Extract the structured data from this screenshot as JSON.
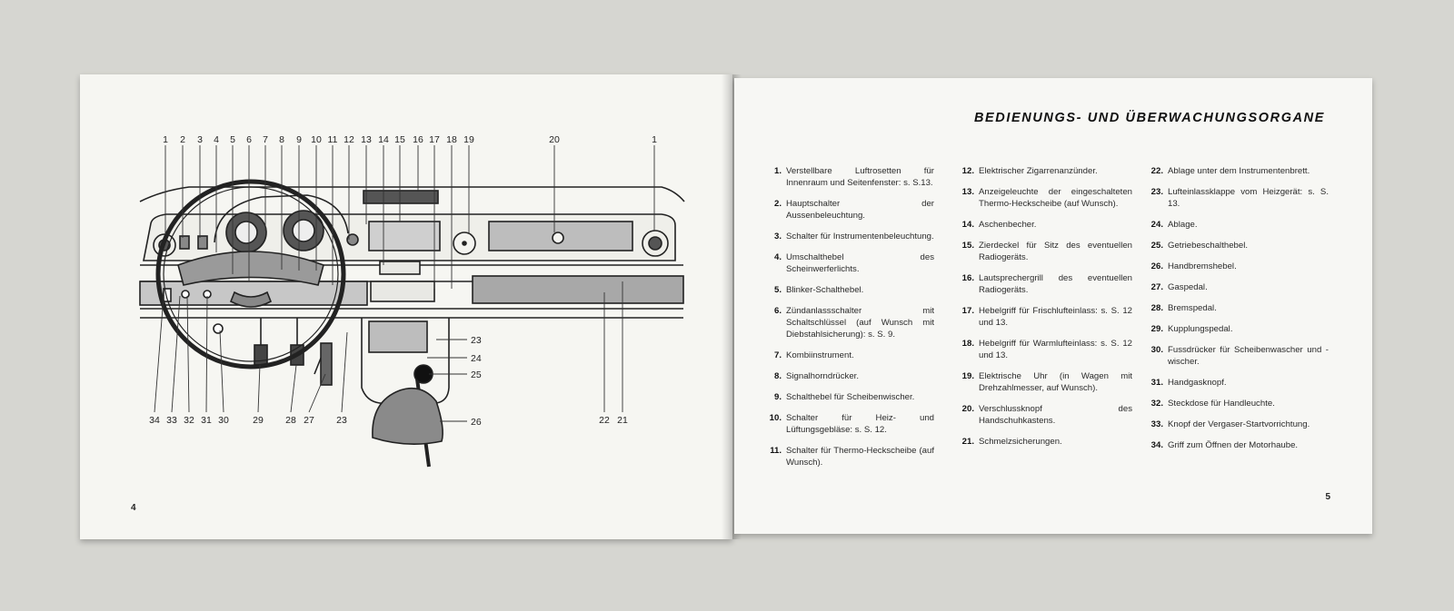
{
  "left_page": {
    "page_number": "4",
    "top_callouts": [
      "1",
      "2",
      "3",
      "4",
      "5",
      "6",
      "7",
      "8",
      "9",
      "10",
      "11",
      "12",
      "13",
      "14",
      "15",
      "16",
      "17",
      "18",
      "19",
      "20",
      "1"
    ],
    "bottom_callouts": [
      "34",
      "33",
      "32",
      "31",
      "30",
      "29",
      "28",
      "27",
      "23",
      "22",
      "21"
    ],
    "side_callouts": [
      "23",
      "24",
      "25",
      "26"
    ]
  },
  "right_page": {
    "page_number": "5",
    "heading": "BEDIENUNGS- UND ÜBERWACHUNGSORGANE",
    "columns": [
      [
        {
          "number": "1.",
          "text": "Verstellbare Luftrosetten für Innenraum und Seitenfenster: s. S.13."
        },
        {
          "number": "2.",
          "text": "Hauptschalter der Aussenbeleuchtung."
        },
        {
          "number": "3.",
          "text": "Schalter für Instrumentenbeleuchtung."
        },
        {
          "number": "4.",
          "text": "Umschalthebel des Scheinwerferlichts."
        },
        {
          "number": "5.",
          "text": "Blinker-Schalthebel."
        },
        {
          "number": "6.",
          "text": "Zündanlassschalter mit Schaltschlüssel (auf Wunsch mit Diebstahlsicherung): s. S. 9."
        },
        {
          "number": "7.",
          "text": "Kombiinstrument."
        },
        {
          "number": "8.",
          "text": "Signalhorndrücker."
        },
        {
          "number": "9.",
          "text": "Schalthebel für Scheibenwischer."
        },
        {
          "number": "10.",
          "text": "Schalter für Heiz- und Lüftungsgebläse: s. S. 12."
        },
        {
          "number": "11.",
          "text": "Schalter für Thermo-Heckscheibe (auf Wunsch)."
        }
      ],
      [
        {
          "number": "12.",
          "text": "Elektrischer Zigarrenanzünder."
        },
        {
          "number": "13.",
          "text": "Anzeigeleuchte der eingeschalteten Thermo-Heckscheibe (auf Wunsch)."
        },
        {
          "number": "14.",
          "text": "Aschenbecher."
        },
        {
          "number": "15.",
          "text": "Zierdeckel für Sitz des eventuellen Radiogeräts."
        },
        {
          "number": "16.",
          "text": "Lautsprechergrill des eventuellen Radiogeräts."
        },
        {
          "number": "17.",
          "text": "Hebelgriff für Frischlufteinlass: s. S. 12 und 13."
        },
        {
          "number": "18.",
          "text": "Hebelgriff für Warmlufteinlass: s. S. 12 und 13."
        },
        {
          "number": "19.",
          "text": "Elektrische Uhr (in Wagen mit Drehzahlmesser, auf Wunsch)."
        },
        {
          "number": "20.",
          "text": "Verschlussknopf des Handschuhkastens."
        },
        {
          "number": "21.",
          "text": "Schmelzsicherungen."
        }
      ],
      [
        {
          "number": "22.",
          "text": "Ablage unter dem Instrumentenbrett."
        },
        {
          "number": "23.",
          "text": "Lufteinlassklappe vom Heizgerät: s. S. 13."
        },
        {
          "number": "24.",
          "text": "Ablage."
        },
        {
          "number": "25.",
          "text": "Getriebeschalthebel."
        },
        {
          "number": "26.",
          "text": "Handbremshebel."
        },
        {
          "number": "27.",
          "text": "Gaspedal."
        },
        {
          "number": "28.",
          "text": "Bremspedal."
        },
        {
          "number": "29.",
          "text": "Kupplungspedal."
        },
        {
          "number": "30.",
          "text": "Fussdrücker für Scheibenwascher und -wischer."
        },
        {
          "number": "31.",
          "text": "Handgasknopf."
        },
        {
          "number": "32.",
          "text": "Steckdose für Handleuchte."
        },
        {
          "number": "33.",
          "text": "Knopf der Vergaser-Startvorrichtung."
        },
        {
          "number": "34.",
          "text": "Griff zum Öffnen der Motorhaube."
        }
      ]
    ]
  }
}
